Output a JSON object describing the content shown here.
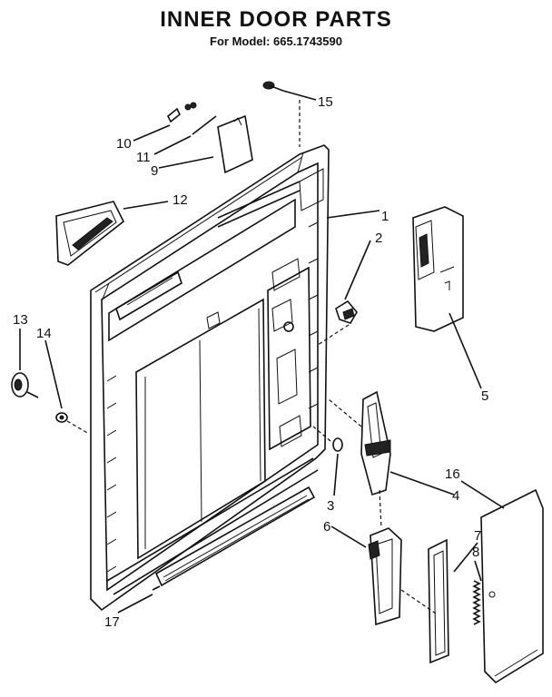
{
  "title": "INNER DOOR PARTS",
  "subtitle": "For Model: 665.1743590",
  "callouts": {
    "c1": "1",
    "c2": "2",
    "c3": "3",
    "c4": "4",
    "c5": "5",
    "c6": "6",
    "c7": "7",
    "c8": "8",
    "c9": "9",
    "c10": "10",
    "c11": "11",
    "c12": "12",
    "c13": "13",
    "c14": "14",
    "c15": "15",
    "c16": "16",
    "c17": "17"
  }
}
